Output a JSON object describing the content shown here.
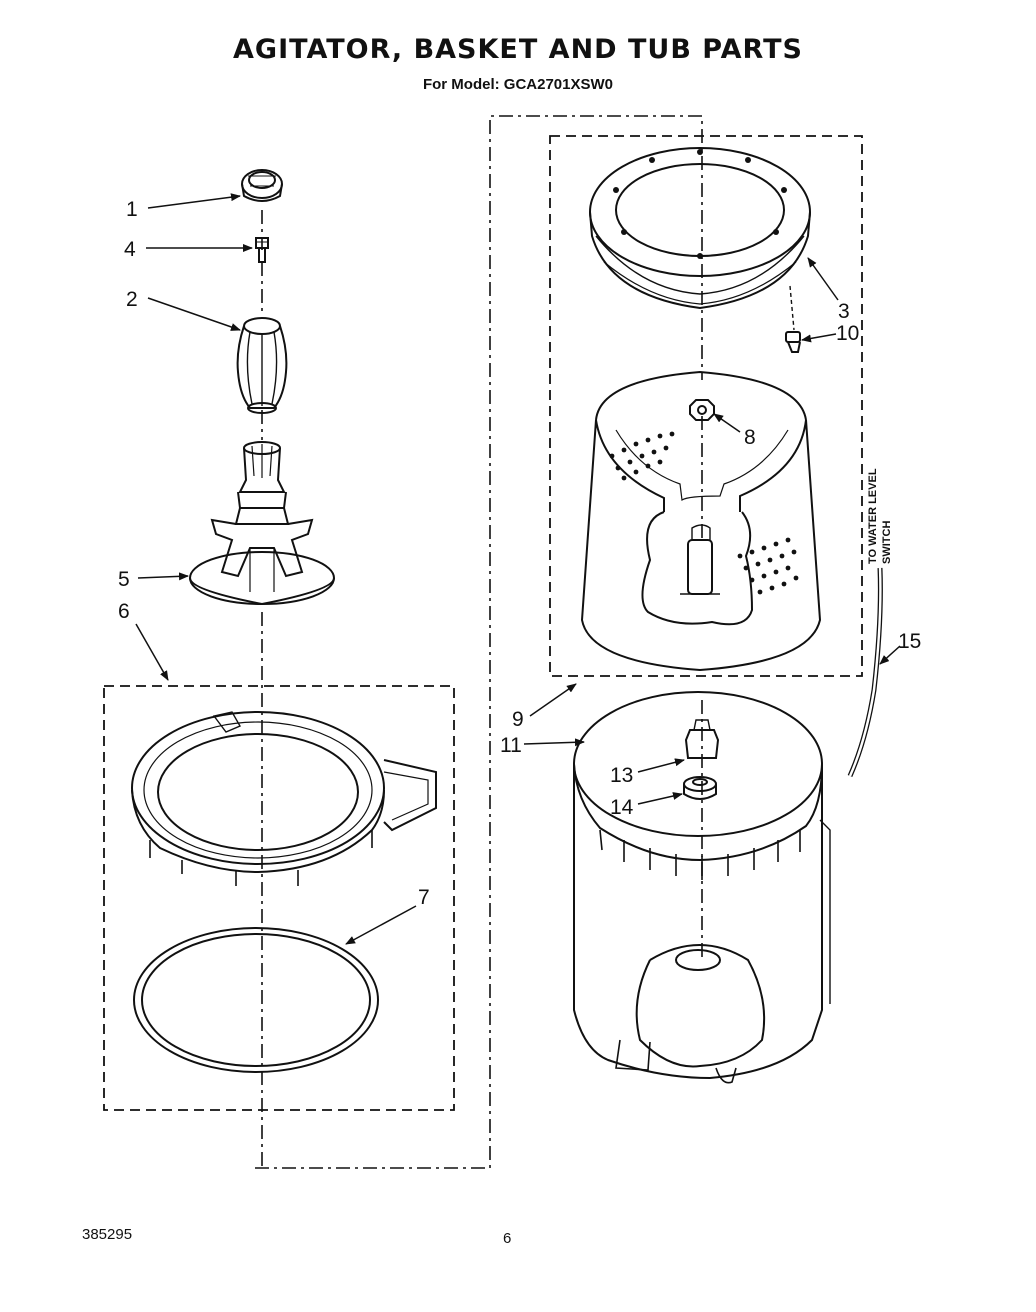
{
  "title": "AGITATOR, BASKET AND TUB PARTS",
  "subtitle": "For Model: GCA2701XSW0",
  "doc_number": "385295",
  "page_number": "6",
  "side_label": {
    "line1": "TO WATER LEVEL",
    "line2": "SWITCH"
  },
  "callouts": {
    "c1": "1",
    "c2": "2",
    "c3": "3",
    "c4": "4",
    "c5": "5",
    "c6": "6",
    "c7": "7",
    "c8": "8",
    "c9": "9",
    "c10": "10",
    "c11": "11",
    "c13": "13",
    "c14": "14",
    "c15": "15"
  }
}
